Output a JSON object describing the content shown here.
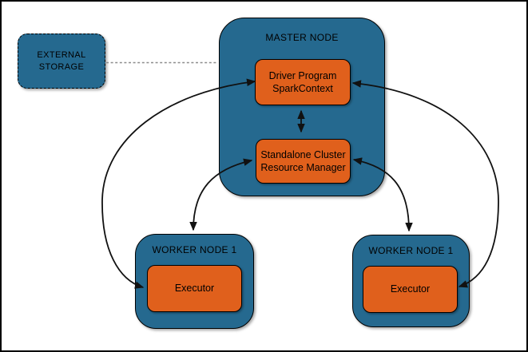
{
  "colors": {
    "background": "#FFFFFF",
    "node_fill": "#25698F",
    "process_fill": "#E0601C",
    "connector": "#111111",
    "dashed_link": "#8C8C8C",
    "text": "#000000"
  },
  "external_storage": {
    "lines": [
      "EXTERNAL",
      "STORAGE"
    ]
  },
  "master_node": {
    "label": "MASTER NODE",
    "driver": {
      "lines": [
        "Driver Program",
        "SparkContext"
      ]
    },
    "resource_manager": {
      "lines": [
        "Standalone Cluster",
        "Resource Manager"
      ]
    }
  },
  "workers": [
    {
      "label": "WORKER NODE 1",
      "executor": "Executor"
    },
    {
      "label": "WORKER NODE 1",
      "executor": "Executor"
    }
  ],
  "edges": [
    {
      "from": "external-storage",
      "to": "master-node",
      "style": "dashed",
      "arrows": "none"
    },
    {
      "from": "driver-program",
      "to": "resource-manager",
      "style": "solid",
      "arrows": "both"
    },
    {
      "from": "driver-program",
      "to": "executor-left",
      "style": "solid",
      "arrows": "both"
    },
    {
      "from": "driver-program",
      "to": "executor-right",
      "style": "solid",
      "arrows": "both"
    },
    {
      "from": "resource-manager",
      "to": "worker-node-left",
      "style": "solid",
      "arrows": "both"
    },
    {
      "from": "resource-manager",
      "to": "worker-node-right",
      "style": "solid",
      "arrows": "both"
    }
  ]
}
